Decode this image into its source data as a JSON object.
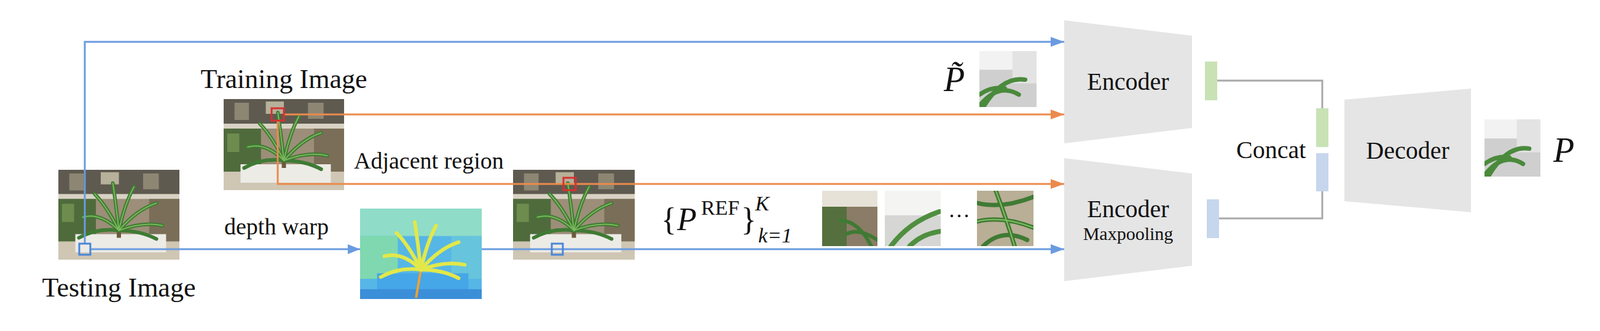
{
  "diagram": {
    "nodes": [
      {
        "text": [
          "Training Image"
        ]
      },
      {
        "text": [
          "Testing Image"
        ]
      },
      {
        "text": [
          "Encoder"
        ]
      },
      {
        "text": [
          "Encoder",
          "Maxpooling"
        ]
      },
      {
        "text": [
          "Decoder"
        ]
      }
    ],
    "edges": [
      {
        "from": 1,
        "to": 2,
        "arrow": "to"
      },
      {
        "from": 0,
        "to": 2,
        "arrow": "to"
      },
      {
        "from": 0,
        "to": 3,
        "label": "Adjacent region",
        "arrow": "to"
      },
      {
        "from": 1,
        "to": 3,
        "label": "depth warp",
        "arrow": "to"
      }
    ],
    "labels": [
      "P̃",
      "{",
      "P",
      "REF",
      "}",
      "K",
      "k=1",
      "···",
      "Concat",
      "P"
    ]
  }
}
